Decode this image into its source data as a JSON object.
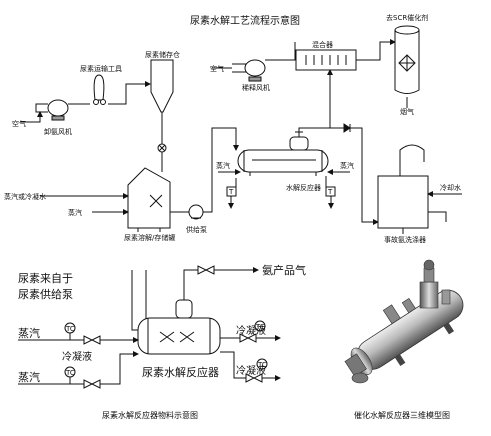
{
  "top": {
    "title": "尿素水解工艺流程示意图",
    "air_in": "空气",
    "unload_fan": "卸氨风机",
    "urea_truck": "尿素运输工具",
    "urea_silo": "尿素储存仓",
    "steam_or_condensate": "蒸汽或冷凝水",
    "steam_left": "蒸汽",
    "dissolve_tank": "尿素溶解/存储罐",
    "feed_pump": "供给泵",
    "air_dilution": "空气",
    "dilution_fan": "稀释风机",
    "mixer": "混合器",
    "scr_catalyst": "去SCR催化剂",
    "flue_gas": "烟气",
    "steam_hx": "蒸汽",
    "steam_hx_right": "蒸汽",
    "reactor": "水解反应器",
    "t_mark": "T",
    "cooling_water": "冷却水",
    "ammonia_scrubber": "事故氨洗涤器"
  },
  "bottom_left": {
    "urea_from_line1": "尿素来自于",
    "urea_from_line2": "尿素供给泵",
    "ammonia_product": "氨产品气",
    "steam_1": "蒸汽",
    "steam_2": "蒸汽",
    "condensate_1": "冷凝液",
    "condensate_2": "冷凝液",
    "reactor_label": "尿素水解反应器",
    "caption": "尿素水解反应器物料示意图",
    "instr": "TC"
  },
  "bottom_right": {
    "caption": "催化水解反应器三维模型图"
  }
}
